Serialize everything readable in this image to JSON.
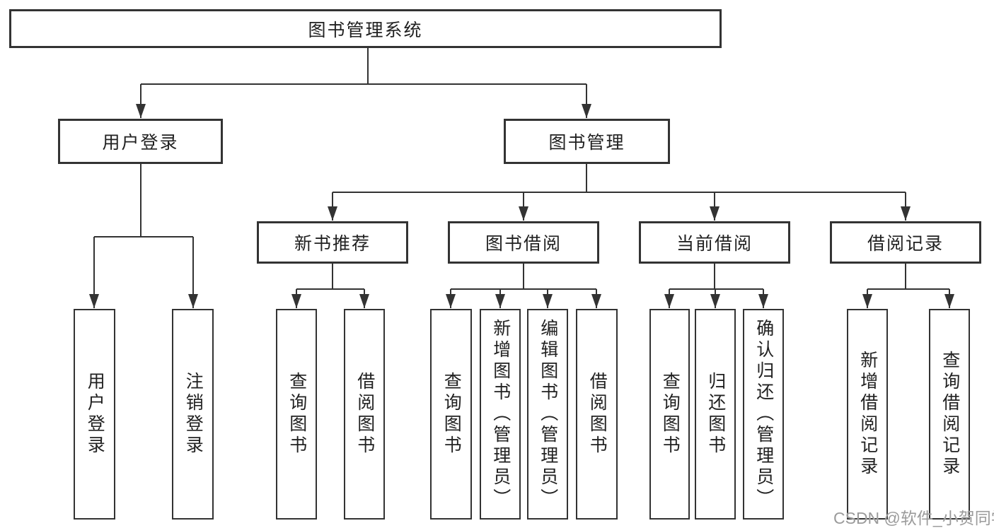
{
  "diagram_type": "hierarchy-tree",
  "colors": {
    "line": "#333333",
    "box_border": "#333333",
    "text": "#212121",
    "background": "#ffffff",
    "watermark": "#9b9b9b"
  },
  "tree": {
    "root": "图书管理系统",
    "level2": [
      "用户登录",
      "图书管理"
    ],
    "level3": [
      "新书推荐",
      "图书借阅",
      "当前借阅",
      "借阅记录"
    ],
    "leaves": {
      "login": [
        "用户登录",
        "注销登录"
      ],
      "recommend": [
        "查询图书",
        "借阅图书"
      ],
      "borrow": [
        "查询图书",
        "新增图书（管理员）",
        "编辑图书（管理员）",
        "借阅图书"
      ],
      "current": [
        "查询图书",
        "归还图书",
        "确认归还（管理员）"
      ],
      "records": [
        "新增借阅记录",
        "查询借阅记录"
      ]
    }
  },
  "watermark": "CSDN @软件_小贺同学"
}
